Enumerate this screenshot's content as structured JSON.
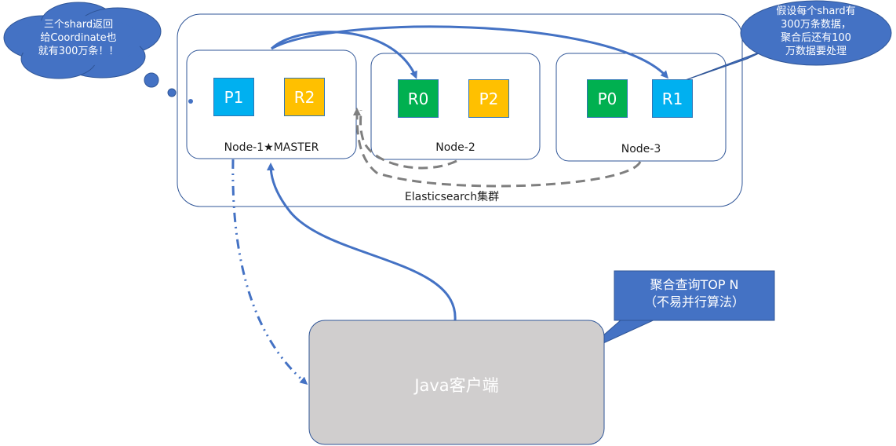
{
  "cluster": {
    "label": "Elasticsearch集群"
  },
  "nodes": [
    {
      "label": "Node-1★MASTER"
    },
    {
      "label": "Node-2"
    },
    {
      "label": "Node-3"
    }
  ],
  "shards": [
    {
      "label": "P1",
      "color": "#00b0f0"
    },
    {
      "label": "R2",
      "color": "#ffc000"
    },
    {
      "label": "R0",
      "color": "#00b050"
    },
    {
      "label": "P2",
      "color": "#ffc000"
    },
    {
      "label": "P0",
      "color": "#00b050"
    },
    {
      "label": "R1",
      "color": "#00b0f0"
    }
  ],
  "thought_cloud": {
    "lines": [
      "三个shard返回",
      "给Coordinate也",
      "就有300万条！！"
    ],
    "color": "#4472c4"
  },
  "shard_callout": {
    "lines": [
      "假设每个shard有",
      "300万条数据，",
      "聚合后还有100",
      "万数据要处理"
    ],
    "color": "#4472c4"
  },
  "query_callout": {
    "lines": [
      "聚合查询TOP N",
      "（不易并行算法）"
    ],
    "color": "#4472c4"
  },
  "client": {
    "label": "Java客户端",
    "fill": "#d0cece"
  },
  "colors": {
    "accent": "#4472c4",
    "dashed": "#7f7f7f",
    "border": "#2f5597"
  }
}
